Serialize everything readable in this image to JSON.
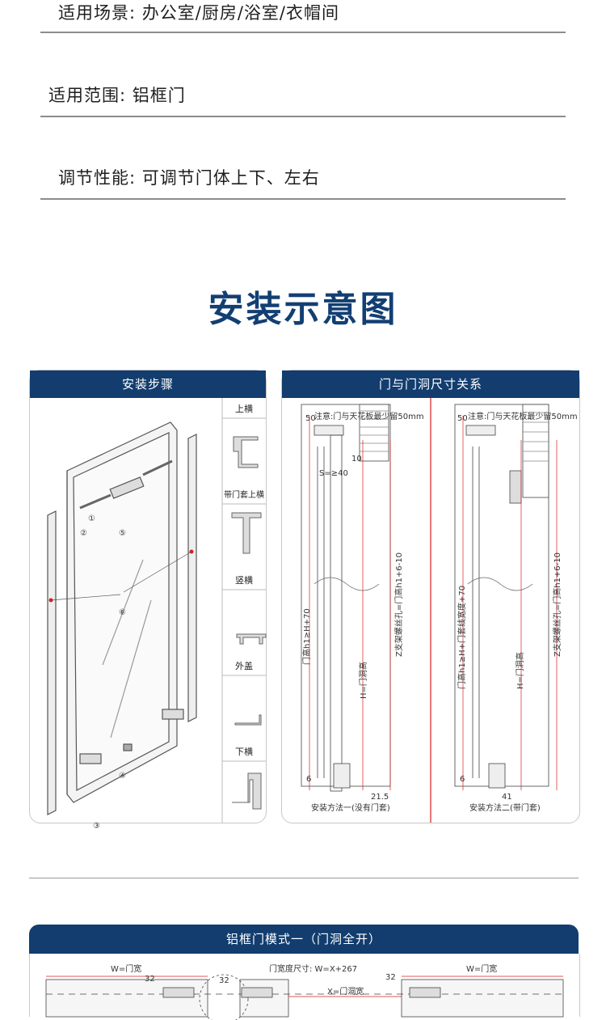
{
  "specs": [
    {
      "label": "适用场景: 办公室/厨房/浴室/衣帽间"
    },
    {
      "label": "适用范围: 铝框门"
    },
    {
      "label": "调节性能: 可调节门体上下、左右"
    }
  ],
  "section_title": "安装示意图",
  "install_card": {
    "title": "安装步骤",
    "profiles": [
      "上横",
      "带门套上横",
      "竖横",
      "外盖",
      "下横"
    ],
    "callouts": [
      "①",
      "②",
      "⑤",
      "⑥",
      "④",
      "③"
    ]
  },
  "size_card": {
    "title": "门与门洞尺寸关系",
    "note": "注意:门与天花板最少留50mm",
    "left": {
      "method": "安装方法一(没有门套)",
      "s_label": "S=≥40",
      "top_dim": "10",
      "bottom_dim": "21.5",
      "left_dim": "6",
      "door_height": "门高h1≥H+70",
      "hole_height": "H=门洞高",
      "screw_hole": "Z支架螺丝孔=门高h1+6-10",
      "gap": "50"
    },
    "right": {
      "method": "安装方法二(带门套)",
      "bottom_dim": "41",
      "left_dim": "6",
      "door_height": "门高h1≥H+门套线宽度+70",
      "hole_height": "H=门洞高",
      "screw_hole": "Z支架螺丝孔=门高h1+6-10",
      "gap": "50"
    }
  },
  "bottom_card": {
    "title": "铝框门模式一（门洞全开）",
    "formula": "门宽度尺寸: W=X+267",
    "w_left": "W=门宽",
    "w_right": "W=门宽",
    "dim_32a": "32",
    "dim_32b": "32",
    "dim_32c": "32",
    "x_label": "X=门洞宽"
  },
  "colors": {
    "brand": "#123d6e",
    "title": "#123f73",
    "red_line": "#d42020"
  }
}
